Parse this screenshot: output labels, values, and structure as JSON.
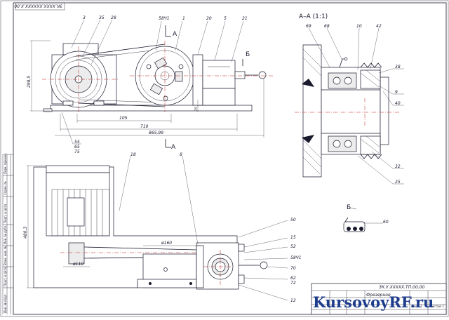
{
  "frame": {
    "stamp_top_left": "ЗК.ХХХХ.ХХХХХХ.Х.00",
    "title_block_code": "ЗК.У.ХХХХХ.ТП.00.00",
    "title_block_name": "Фрезерное",
    "title_block_sheet": "Лист 1",
    "title_block_sheets": "Листов 1"
  },
  "left_strip": [
    "Перв. примен.",
    "Справ. №",
    "Подп. и дата",
    "Инв. № дубл.",
    "Взам. инв. №",
    "Подп. и дата",
    "Инв. № подл."
  ],
  "front_view": {
    "callouts": [
      "3",
      "35",
      "28",
      "5",
      "20",
      "21"
    ],
    "thread_label": "58Ч1",
    "section_mark_a": "А",
    "view_mark_b": "Б",
    "dims": [
      "298,5",
      "105",
      "710",
      "865,99"
    ],
    "small_dim": "75",
    "bottom_callouts": [
      "55",
      "65",
      "75"
    ]
  },
  "section_view": {
    "title": "А–А (1:1)",
    "callouts_top": [
      "69",
      "68",
      "10",
      "42"
    ],
    "callouts_right": [
      "38",
      "9",
      "40",
      "32",
      "25"
    ]
  },
  "view_b": {
    "title": "Б",
    "callout": "60"
  },
  "top_view": {
    "section_mark_a": "А",
    "callouts_top": [
      "18",
      "8"
    ],
    "callouts_right": [
      "50",
      "15",
      "52",
      "58Ч1",
      "70",
      "62",
      "72",
      "12"
    ],
    "dims": [
      "480,3",
      "ø160",
      "ø110"
    ]
  },
  "watermark": {
    "text": "KursovoyRF.ru"
  }
}
